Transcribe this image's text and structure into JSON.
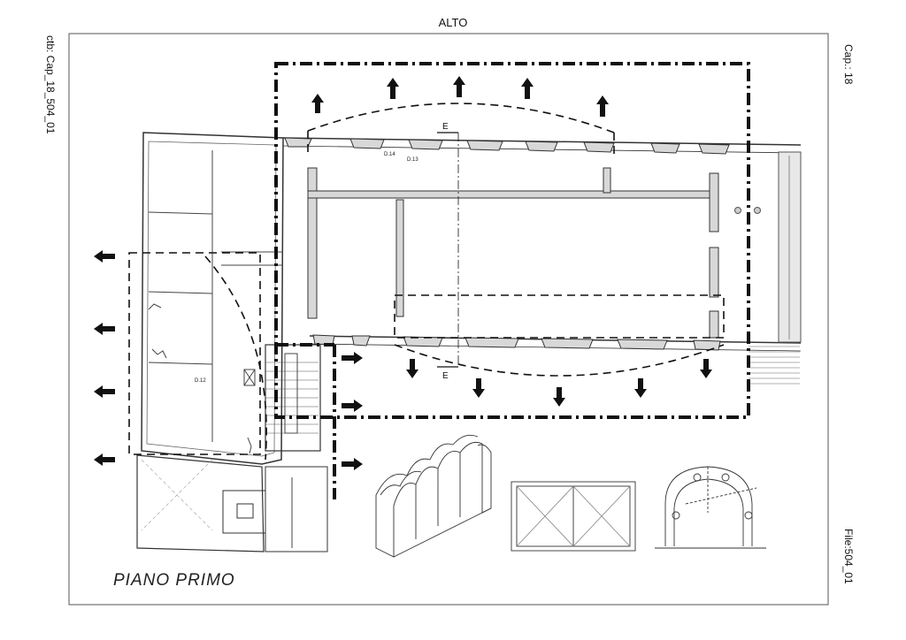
{
  "header": {
    "top_label": "ALTO"
  },
  "side_labels": {
    "left": "ctb: Cap_18_504_01",
    "right_top": "Cap.: 18",
    "right_bottom": "File:504_01"
  },
  "plan": {
    "title": "PIANO  PRIMO",
    "section_marks": [
      "E",
      "E"
    ],
    "room_codes": [
      "D.14",
      "D.13",
      "D.12"
    ]
  }
}
